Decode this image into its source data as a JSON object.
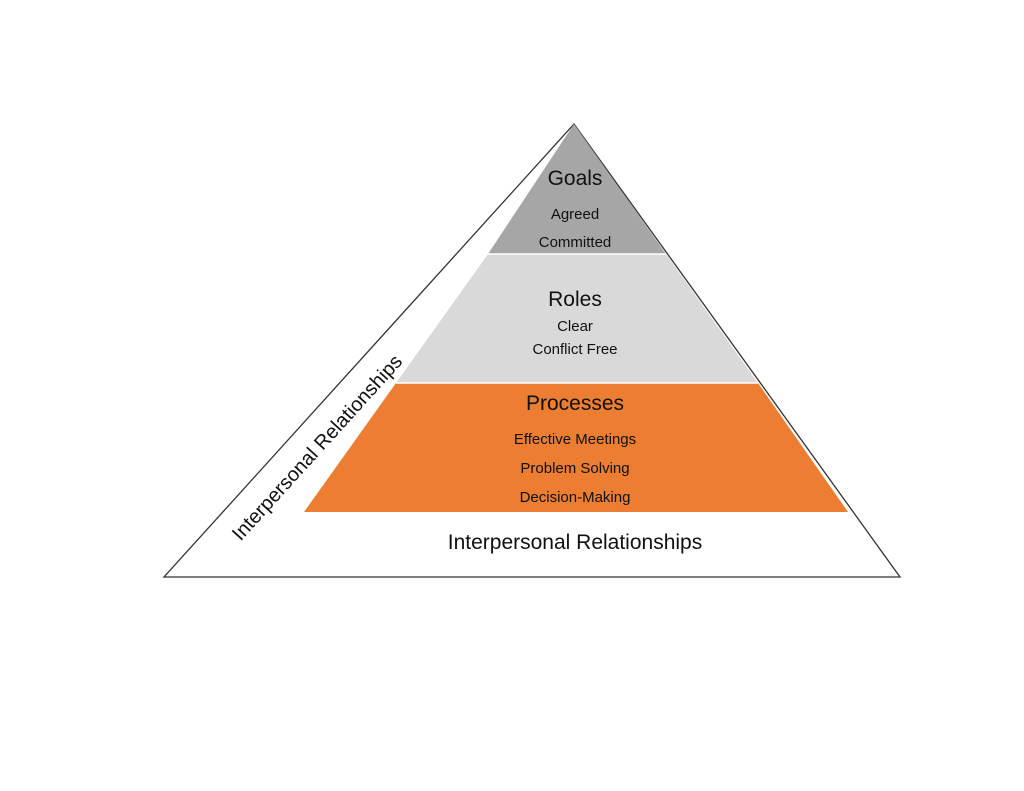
{
  "diagram": {
    "colors": {
      "goals": "#a6a6a6",
      "roles": "#d9d9d9",
      "processes": "#ed7d31",
      "outline": "#333333",
      "base": "#ffffff"
    },
    "goals": {
      "title": "Goals",
      "items": [
        "Agreed",
        "Committed"
      ]
    },
    "roles": {
      "title": "Roles",
      "items": [
        "Clear",
        "Conflict Free"
      ]
    },
    "processes": {
      "title": "Processes",
      "items": [
        "Effective Meetings",
        "Problem Solving",
        "Decision-Making"
      ]
    },
    "base_label": "Interpersonal Relationships",
    "side_label": "Interpersonal Relationships"
  }
}
